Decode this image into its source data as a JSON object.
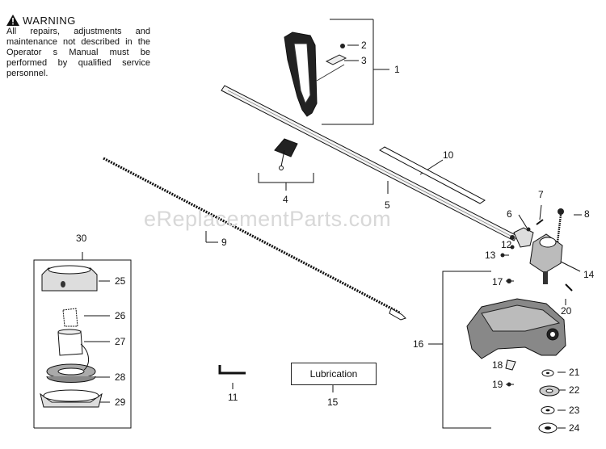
{
  "warning": {
    "title": "WARNING",
    "text": "All repairs, adjustments and maintenance not described in the Operator s Manual must be performed by qualified service personnel."
  },
  "watermark": "eReplacementParts.com",
  "lubrication_label": "Lubrication",
  "part_numbers": [
    "1",
    "2",
    "3",
    "4",
    "5",
    "6",
    "7",
    "8",
    "9",
    "10",
    "11",
    "12",
    "13",
    "14",
    "15",
    "16",
    "17",
    "18",
    "19",
    "20",
    "21",
    "22",
    "23",
    "24",
    "25",
    "26",
    "27",
    "28",
    "29",
    "30"
  ]
}
